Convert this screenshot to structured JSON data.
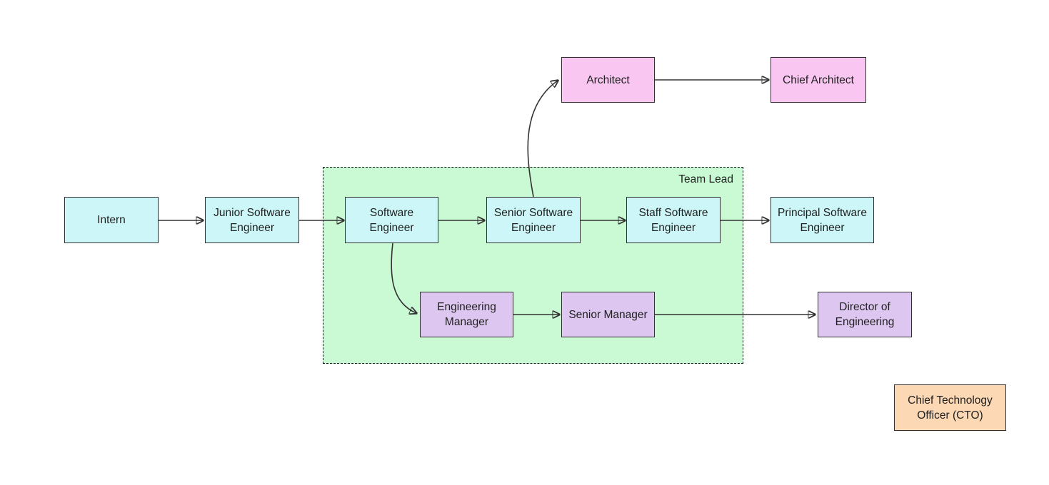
{
  "diagram": {
    "type": "flowchart",
    "direction": "left-to-right",
    "group": {
      "label": "Team Lead",
      "members": [
        "software_engineer",
        "senior_software_engineer",
        "staff_software_engineer",
        "engineering_manager",
        "senior_manager"
      ]
    },
    "nodes": {
      "intern": {
        "label": "Intern",
        "track": "ic_track"
      },
      "junior_software_engineer": {
        "label": "Junior Software Engineer",
        "track": "ic_track"
      },
      "software_engineer": {
        "label": "Software Engineer",
        "track": "ic_track"
      },
      "senior_software_engineer": {
        "label": "Senior Software Engineer",
        "track": "ic_track"
      },
      "staff_software_engineer": {
        "label": "Staff Software Engineer",
        "track": "ic_track"
      },
      "principal_software_engineer": {
        "label": "Principal Software Engineer",
        "track": "ic_track"
      },
      "architect": {
        "label": "Architect",
        "track": "architect_track"
      },
      "chief_architect": {
        "label": "Chief Architect",
        "track": "architect_track"
      },
      "engineering_manager": {
        "label": "Engineering Manager",
        "track": "management_track"
      },
      "senior_manager": {
        "label": "Senior Manager",
        "track": "management_track"
      },
      "director_of_engineering": {
        "label": "Director of Engineering",
        "track": "management_track"
      },
      "cto": {
        "label": "Chief Technology Officer (CTO)",
        "track": "executive_track"
      }
    },
    "edges": [
      {
        "from": "intern",
        "to": "junior_software_engineer"
      },
      {
        "from": "junior_software_engineer",
        "to": "software_engineer"
      },
      {
        "from": "software_engineer",
        "to": "senior_software_engineer"
      },
      {
        "from": "senior_software_engineer",
        "to": "staff_software_engineer"
      },
      {
        "from": "staff_software_engineer",
        "to": "principal_software_engineer"
      },
      {
        "from": "senior_software_engineer",
        "to": "architect"
      },
      {
        "from": "architect",
        "to": "chief_architect"
      },
      {
        "from": "software_engineer",
        "to": "engineering_manager"
      },
      {
        "from": "engineering_manager",
        "to": "senior_manager"
      },
      {
        "from": "senior_manager",
        "to": "director_of_engineering"
      }
    ]
  },
  "colors": {
    "ic_track": "#CCF6F7",
    "architect_track": "#F9C6F1",
    "management_track": "#DDC6F0",
    "executive_track": "#FCD8B5",
    "team_lead_group": "#C9FAD3",
    "edge_stroke": "#333333",
    "node_border": "#2F2F2F",
    "text": "#1F1F1F"
  }
}
